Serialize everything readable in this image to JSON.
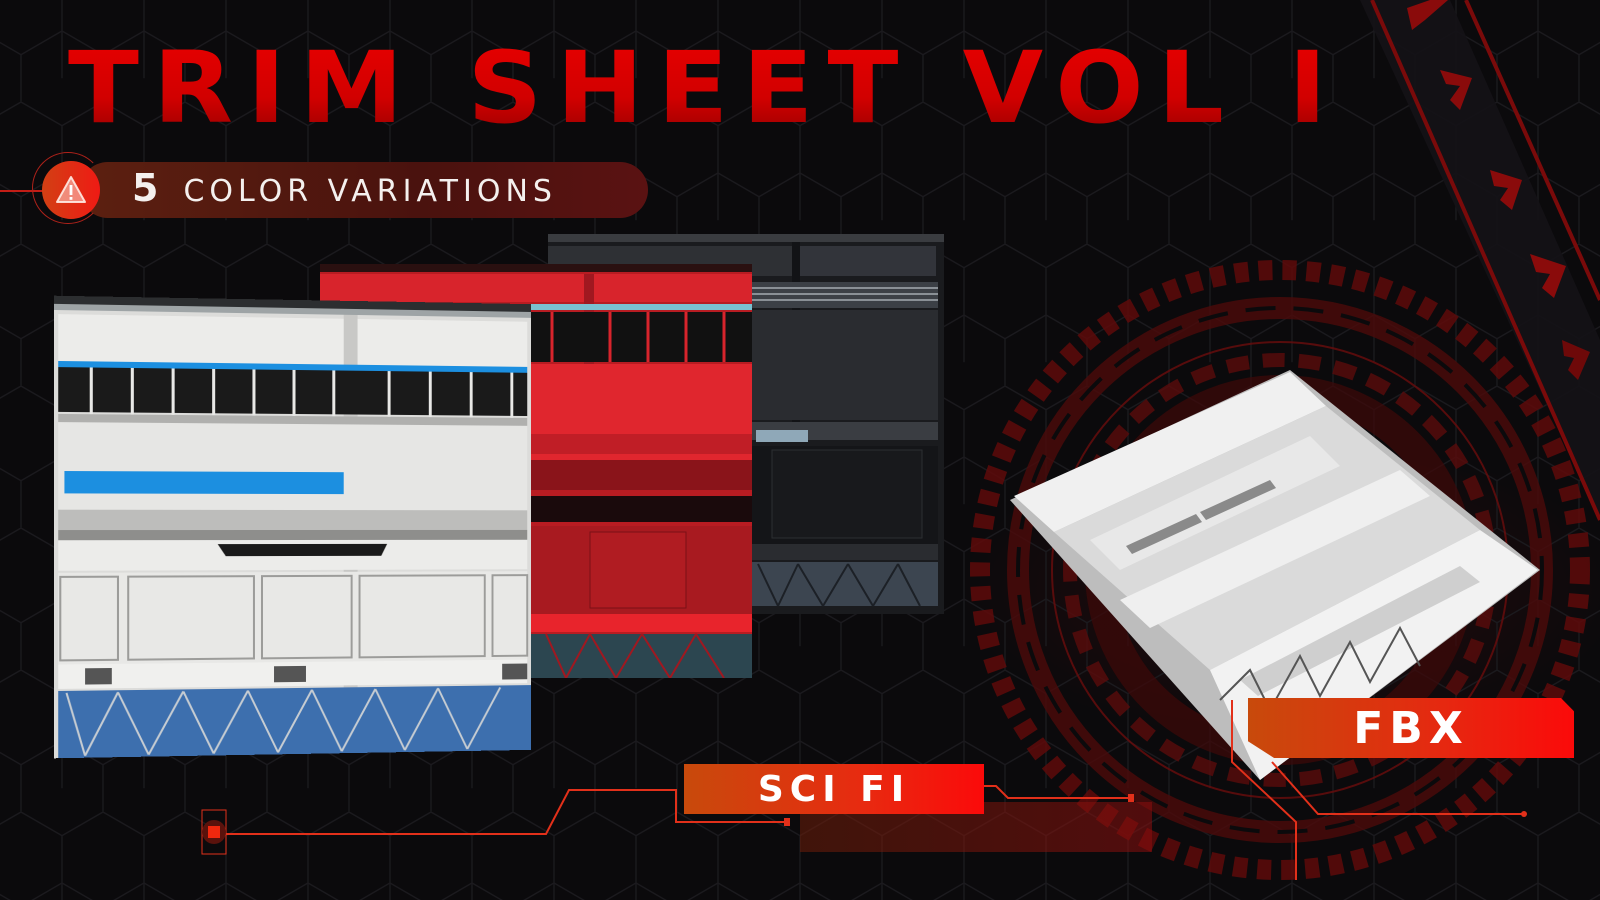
{
  "header": {
    "title": "TRIM SHEET VOL I"
  },
  "badge": {
    "icon": "warning-triangle-icon",
    "count": "5",
    "label": "COLOR VARIATIONS"
  },
  "tags": {
    "style": "SCI FI",
    "format": "FBX"
  },
  "texture_panels": [
    {
      "name": "white-blue",
      "base_color": "#e4e4e2",
      "accent_color": "#1c8fe0",
      "floor_color": "#3d6fae"
    },
    {
      "name": "red",
      "base_color": "#d8242c",
      "accent_color": "#1a1a1a",
      "floor_color": "#2c4650"
    },
    {
      "name": "black",
      "base_color": "#2a2b2e",
      "accent_color": "#5a6066",
      "floor_color": "#404a55"
    }
  ],
  "model_preview": {
    "base_color": "#e2e2e2",
    "label": "untextured-3d-model"
  },
  "colors": {
    "background": "#0b0a0c",
    "title_red": "#e00000",
    "accent_red": "#f01010",
    "accent_orange": "#c84a0c",
    "dark_red": "#6a0c0c"
  }
}
